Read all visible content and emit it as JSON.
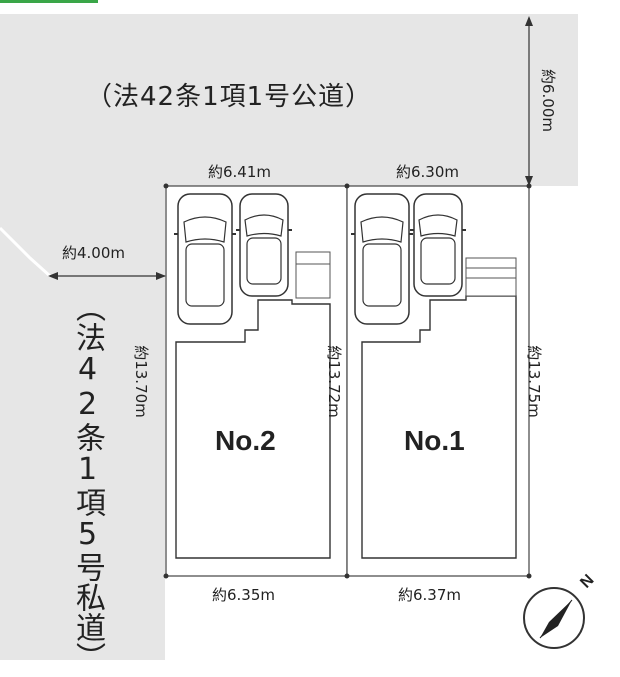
{
  "public_road": {
    "label": "（法42条1項1号公道）",
    "width": "約6.00m"
  },
  "private_road": {
    "label": "（法42条1項5号私道）",
    "width": "約4.00m"
  },
  "lots": [
    {
      "name": "No.2",
      "frontage": "約6.41m",
      "rear": "約6.35m",
      "left_depth": "約13.70m",
      "parking_spaces": 2
    },
    {
      "name": "No.1",
      "frontage": "約6.30m",
      "rear": "約6.37m",
      "shared_depth": "約13.72m",
      "right_depth": "約13.75m",
      "parking_spaces": 2
    }
  ],
  "compass": {
    "label": "N"
  },
  "colors": {
    "road_fill": "#e6e6e6",
    "line": "#333333",
    "accent": "#3aa648"
  }
}
